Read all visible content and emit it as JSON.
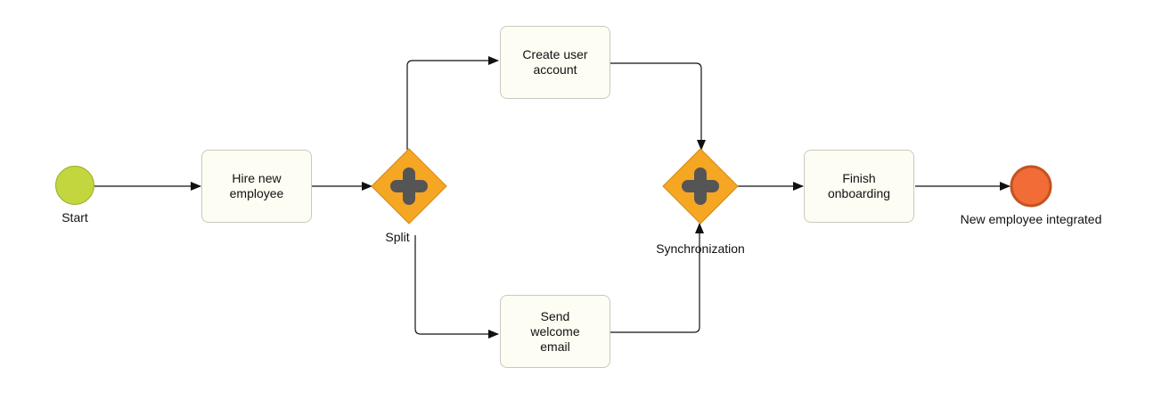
{
  "events": {
    "start": {
      "label": "Start",
      "color": "#c3d63d"
    },
    "end": {
      "label": "New employee integrated",
      "color": "#f16c37",
      "border_color": "#c4531f"
    }
  },
  "tasks": {
    "hire": "Hire new\nemployee",
    "create_account": "Create user\naccount",
    "send_email": "Send\nwelcome\nemail",
    "finish": "Finish\nonboarding"
  },
  "gateways": {
    "split": {
      "label": "Split",
      "type": "parallel"
    },
    "sync": {
      "label": "Synchronization",
      "type": "parallel"
    }
  },
  "colors": {
    "gateway_fill": "#f5a623",
    "gateway_stroke": "#d48a10",
    "gateway_symbol": "#555555",
    "task_fill": "#fdfdf3",
    "flow": "#111111"
  }
}
